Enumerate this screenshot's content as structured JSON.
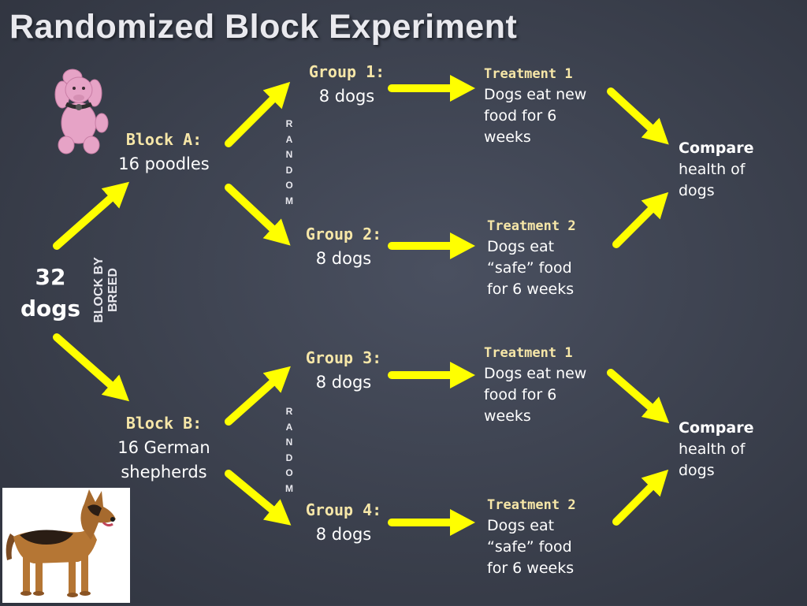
{
  "title": "Randomized Block Experiment",
  "total": {
    "line1": "32",
    "line2": "dogs"
  },
  "block_by_breed": {
    "line1": "BLOCK BY",
    "line2": "BREED"
  },
  "random_label": [
    "R",
    "A",
    "N",
    "D",
    "O",
    "M"
  ],
  "blocks": [
    {
      "label": "Block A:",
      "line1": "16 poodles",
      "line2": ""
    },
    {
      "label": "Block B:",
      "line1": "16 German",
      "line2": "shepherds"
    }
  ],
  "groups": [
    {
      "label": "Group 1:",
      "count": "8 dogs"
    },
    {
      "label": "Group 2:",
      "count": "8 dogs"
    },
    {
      "label": "Group 3:",
      "count": "8 dogs"
    },
    {
      "label": "Group 4:",
      "count": "8 dogs"
    }
  ],
  "treatments": [
    {
      "label": "Treatment 1",
      "lines": [
        "Dogs eat new",
        "food for 6",
        "weeks"
      ]
    },
    {
      "label": "Treatment 2",
      "lines": [
        "Dogs eat",
        "“safe” food",
        "for 6 weeks"
      ]
    },
    {
      "label": "Treatment 1",
      "lines": [
        "Dogs eat new",
        "food for 6",
        "weeks"
      ]
    },
    {
      "label": "Treatment 2",
      "lines": [
        "Dogs eat",
        "“safe” food",
        "for 6 weeks"
      ]
    }
  ],
  "compare": [
    {
      "bold": "Compare",
      "lines": [
        "health of",
        "dogs"
      ]
    },
    {
      "bold": "Compare",
      "lines": [
        "health of",
        "dogs"
      ]
    }
  ],
  "colors": {
    "arrow": "#ffff00",
    "label_accent": "#f7e7a8",
    "background": "#3b404d"
  },
  "images": [
    "poodle-plush-photo",
    "german-shepherd-photo"
  ]
}
